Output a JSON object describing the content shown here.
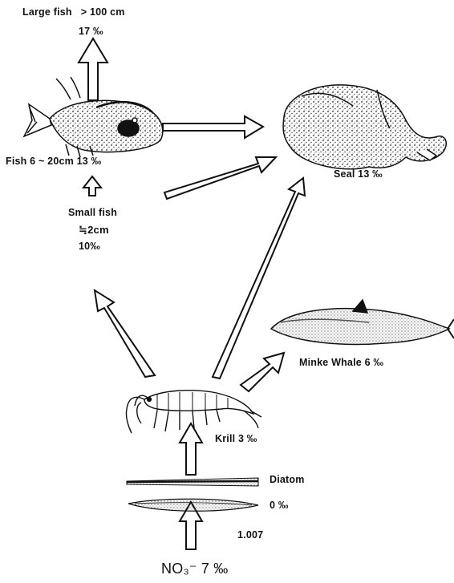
{
  "diagram": {
    "large_fish": {
      "name": "Large fish",
      "size": "> 100 cm",
      "value": "17 ‰"
    },
    "fish": {
      "label": "Fish  6 ~ 20cm  13 ‰"
    },
    "small_fish": {
      "name": "Small fish",
      "size": "≒2cm",
      "value": "10‰"
    },
    "seal": {
      "label": "Seal  13 ‰"
    },
    "minke_whale": {
      "label": "Minke Whale   6 ‰"
    },
    "krill": {
      "label": "Krill  3 ‰"
    },
    "diatom": {
      "name": "Diatom",
      "value": "0 ‰",
      "ratio": "1.007"
    },
    "nitrate": {
      "label": "NO₃⁻  7 ‰"
    }
  },
  "colors": {
    "ink": "#111111",
    "paper": "#ffffff"
  }
}
